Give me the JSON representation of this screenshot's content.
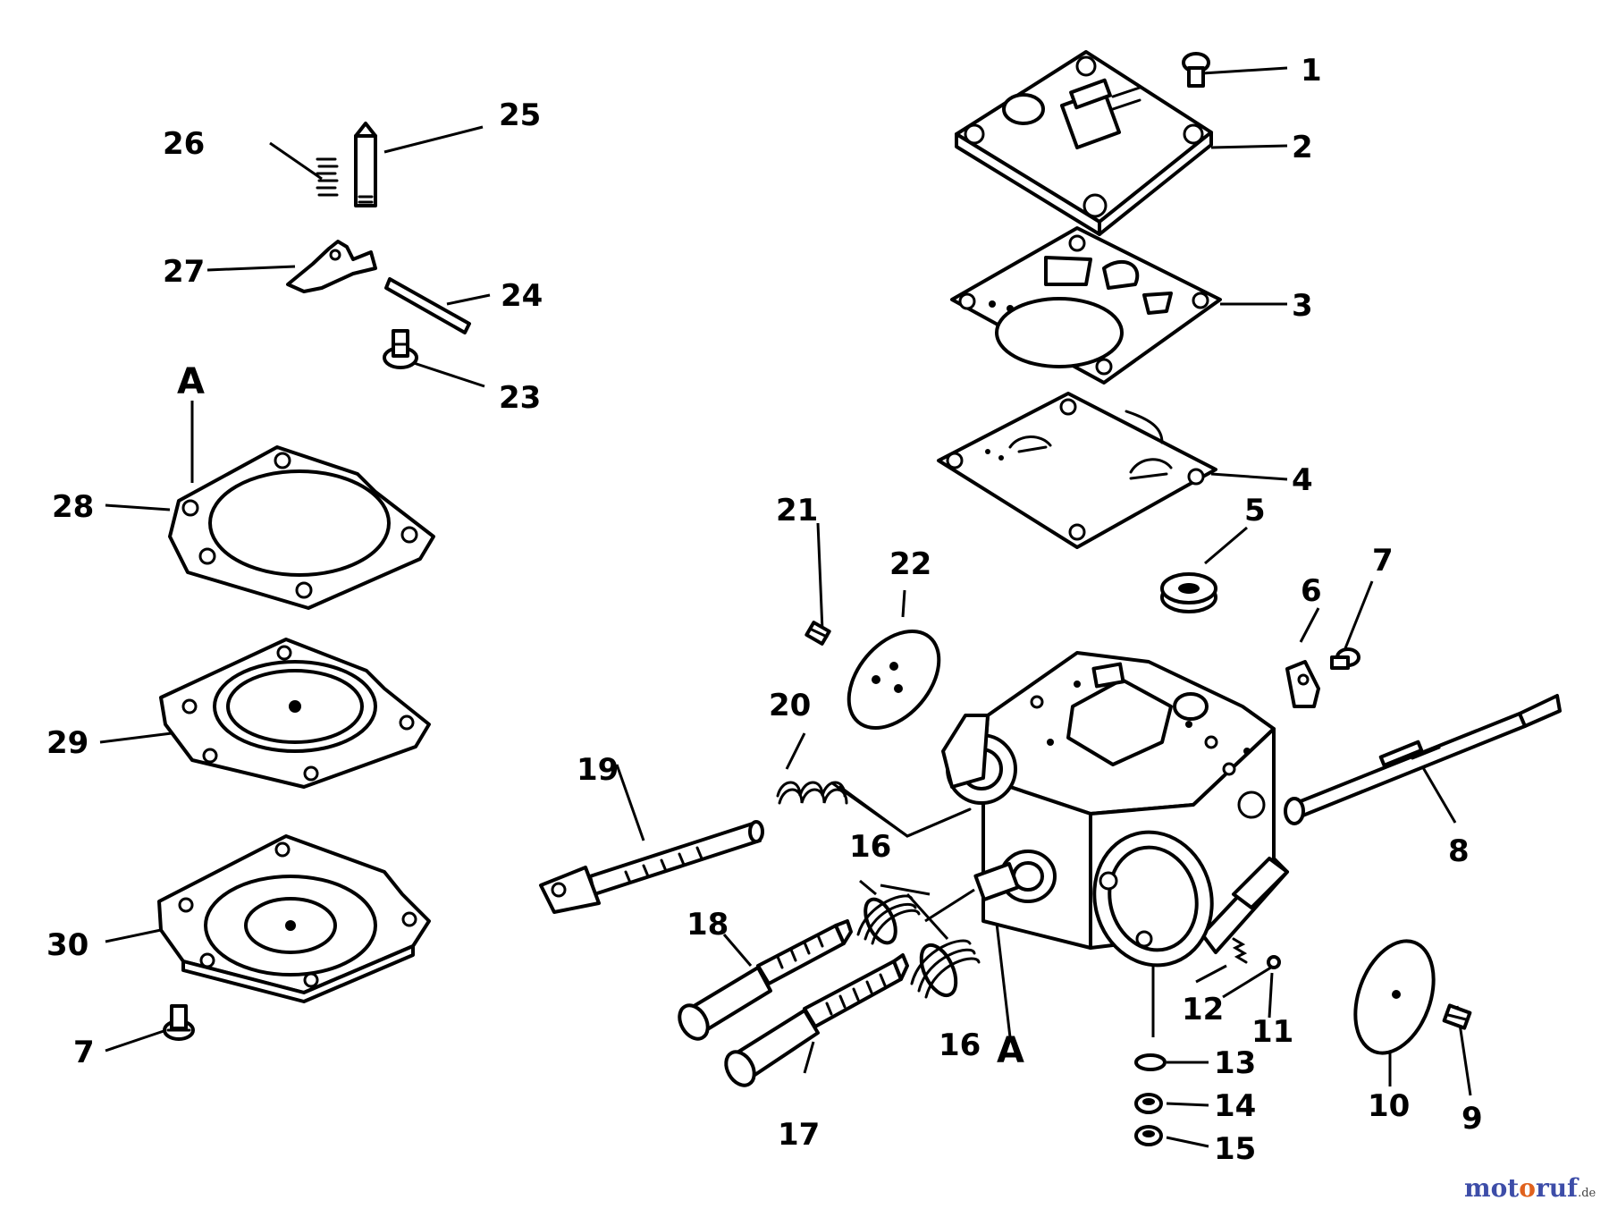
{
  "diagram": {
    "callouts": {
      "c1": "1",
      "c2": "2",
      "c3": "3",
      "c4": "4",
      "c5": "5",
      "c6": "6",
      "c7a": "7",
      "c7b": "7",
      "c8": "8",
      "c9": "9",
      "c10": "10",
      "c11": "11",
      "c12": "12",
      "c13": "13",
      "c14": "14",
      "c15": "15",
      "c16a": "16",
      "c16b": "16",
      "c17": "17",
      "c18": "18",
      "c19": "19",
      "c20": "20",
      "c21": "21",
      "c22": "22",
      "c23": "23",
      "c24": "24",
      "c25": "25",
      "c26": "26",
      "c27": "27",
      "c28": "28",
      "c29": "29",
      "c30": "30",
      "refA1": "A",
      "refA2": "A"
    }
  },
  "watermark": {
    "part1": "mot",
    "part2": "o",
    "part3": "ruf",
    "suffix": ".de"
  },
  "colors": {
    "line": "#000000",
    "background": "#ffffff",
    "watermark_blue": "#3d4da8",
    "watermark_orange": "#e0621e"
  }
}
